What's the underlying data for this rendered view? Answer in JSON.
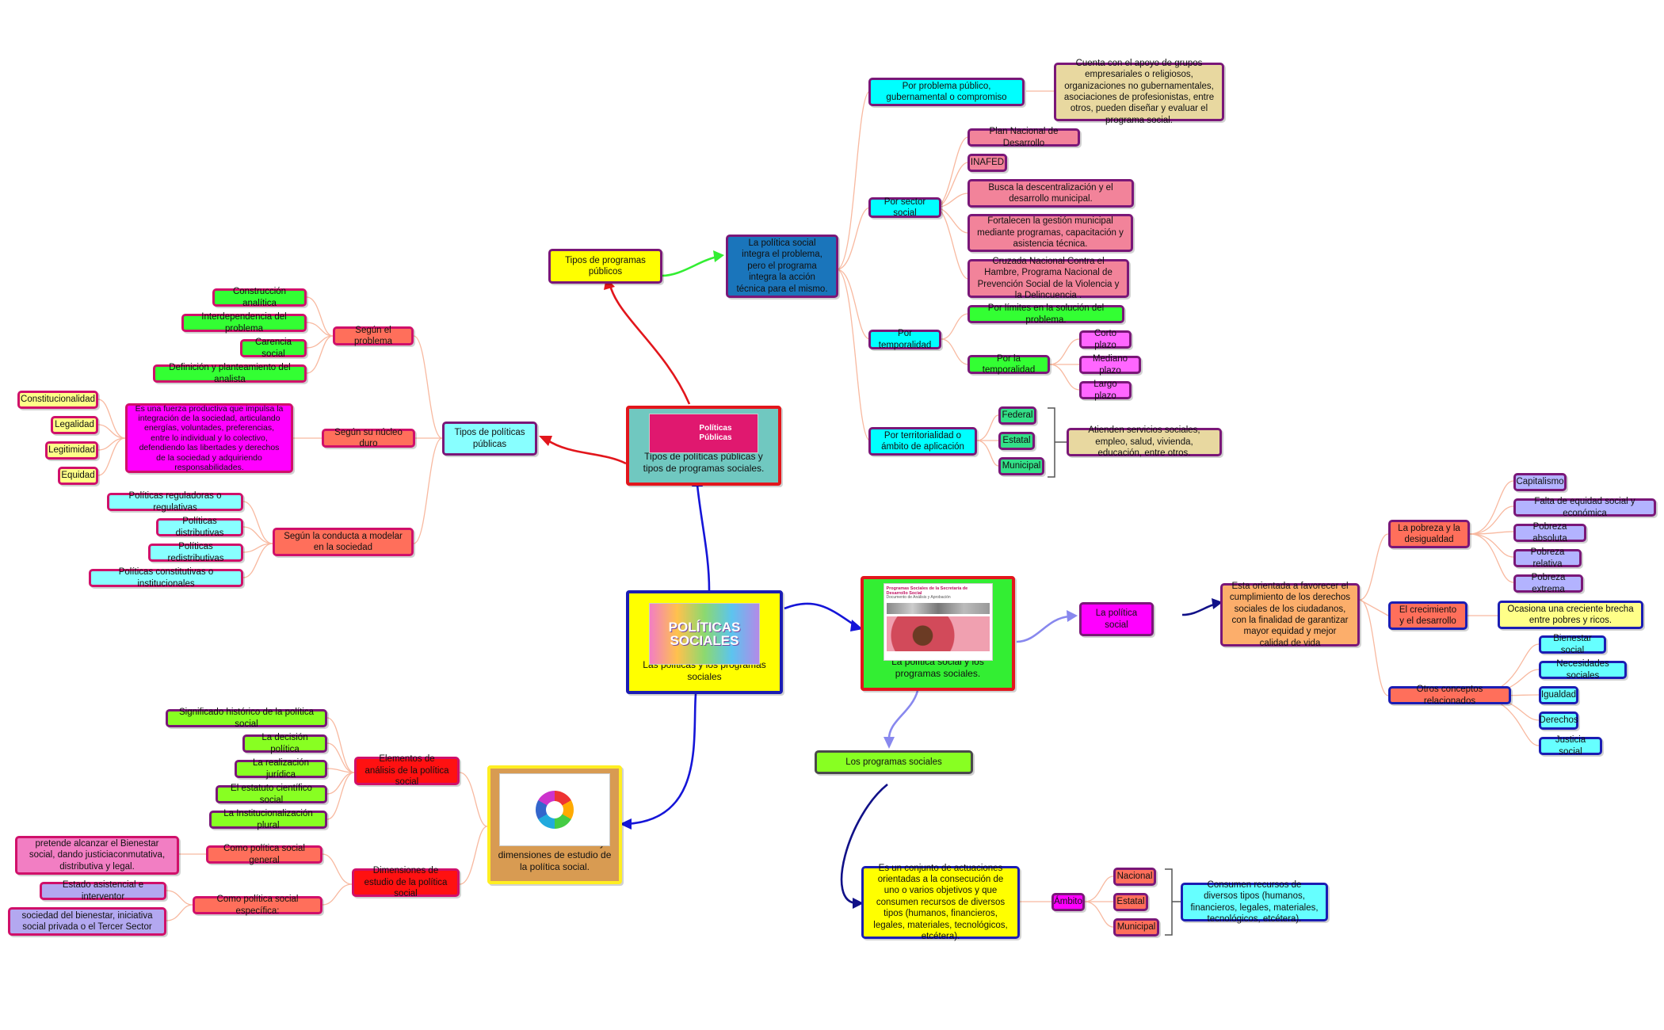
{
  "central": {
    "label": "Las políticas y los programas sociales",
    "logo_text": "POLÍTICAS SOCIALES"
  },
  "top_branch": {
    "main": {
      "label": "Tipos de políticas públicas y tipos de programas sociales.",
      "image_text": "Políticas Públicas"
    },
    "tipos_programas": {
      "label": "Tipos de programas públicos",
      "integra": "La política social integra el problema, pero el programa integra la acción técnica para el mismo.",
      "por_problema": {
        "label": "Por problema público, gubernamental o compromiso",
        "note": "Cuenta con el apoyo de grupos empresariales o religiosos, organizaciones no gubernamentales, asociaciones de profesionistas, entre otros, pueden diseñar y evaluar  el programa social."
      },
      "por_sector": {
        "label": "Por sector social",
        "items": [
          "Plan Nacional de Desarrollo",
          "INAFED",
          "Busca la descentralización y el desarrollo municipal.",
          "Fortalecen la gestión municipal mediante programas, capacitación y asistencia técnica.",
          "Cruzada Nacional Contra el Hambre, Programa Nacional de Prevención Social de la Violencia y la Delincuencia ."
        ]
      },
      "por_temporalidad": {
        "label": "Por temporalidad",
        "limites": "Por límites en la solución del problema.",
        "temporalidad": "Por la temporalidad",
        "plazos": [
          "Corto plazo",
          "Mediano plazo",
          "Largo plazo"
        ]
      },
      "por_territorialidad": {
        "label": "Por territorialidad o ámbito de aplicación",
        "levels": [
          "Federal",
          "Estatal",
          "Municipal"
        ],
        "note": "Atienden servicios sociales, empleo, salud, vivienda, educación, entre otros."
      }
    },
    "tipos_politicas": {
      "label": "Tipos de políticas públicas",
      "segun_problema": {
        "label": "Según el problema",
        "items": [
          "Construcción analítica",
          "Interdependencia del problema",
          "Carencia social",
          "Definición y planteamiento del analista"
        ]
      },
      "segun_nucleo": {
        "label": "Según su núcleo duro",
        "desc": "Es una fuerza productiva que impulsa la integración de la sociedad, articulando energías, voluntades, preferencias, entre lo individual y lo colectivo, defendiendo las libertades y derechos de la sociedad y adquiriendo responsabilidades.",
        "items": [
          "Constitucionalidad",
          "Legalidad",
          "Legitimidad",
          "Equidad"
        ]
      },
      "segun_conducta": {
        "label": "Según la conducta a modelar en la sociedad",
        "items": [
          "Políticas reguladoras o regulativas",
          "Políticas distributivas",
          "Políticas redistributivas",
          "Políticas constitutivas o institucionales"
        ]
      }
    }
  },
  "right_branch": {
    "main": {
      "label": "La política social y los programas sociales.",
      "image_title": "Programas Sociales de la Secretaría de Desarrollo Social",
      "image_subtitle": "Documento de Análisis y Aprobación"
    },
    "politica_social": {
      "label": "La política social",
      "desc": "Esta orientada a favorecer el cumplimiento de los derechos sociales de los ciudadanos, con la finalidad de garantizar mayor equidad y mejor calidad de vida",
      "pobreza": {
        "label": "La pobreza y la desigualdad",
        "items": [
          "Capitalismo",
          "Falta de equidad social y económica",
          "Pobreza absoluta",
          "Pobreza relativa",
          "Pobreza extrema"
        ]
      },
      "crecimiento": {
        "label": "El crecimiento y el desarrollo",
        "note": "Ocasiona una creciente brecha entre pobres y ricos."
      },
      "otros": {
        "label": "Otros conceptos relacionados",
        "items": [
          "Bienestar social",
          "Necesidades sociales",
          "Igualdad",
          "Derechos",
          "Justicia social"
        ]
      }
    },
    "programas": {
      "label": "Los programas sociales",
      "desc": "Es un conjunto de actuaciones orientadas a la consecución de uno o varios objetivos y que consumen recursos de diversos tipos (humanos, financieros, legales, materiales, tecnológicos, etcétera).",
      "ambito": "Ámbito",
      "levels": [
        "Nacional",
        "Estatal",
        "Municipal"
      ],
      "note": "Consumen recursos de diversos tipos (humanos, financieros, legales, materiales, tecnológicos, etcétera)."
    }
  },
  "bottom_branch": {
    "main": {
      "label": "Elementos de análisis y dimensiones de estudio de la política social."
    },
    "elementos": {
      "label": "Elementos de análisis de la política social",
      "items": [
        "Significado histórico de la política social",
        "La decisión política",
        "La realización jurídica",
        "El estatuto científico social",
        "La Institucionalización plural"
      ]
    },
    "dimensiones": {
      "label": "Dimensiones de estudio de la política social",
      "general": {
        "label": "Como política social general",
        "note": "pretende alcanzar el Bienestar social, dando justiciaconmutativa, distributiva y legal."
      },
      "especifica": {
        "label": "Como política social específica:",
        "items": [
          "Estado asistencial e interventor",
          "sociedad del bienestar, iniciativa social privada o el Tercer Sector"
        ]
      }
    }
  },
  "colors": {
    "yellow": "#ffff00",
    "cyan": "#00ffff",
    "pink": "#f2839a",
    "green": "#33ff33",
    "lime": "#99ff33",
    "magenta": "#ff00ff",
    "salmon": "#ff6f5b",
    "orange": "#fcae6b",
    "red": "#ff0000",
    "lavender": "#b3b3ff",
    "paleyellow": "#ffff88",
    "teal": "#70c8c0",
    "tan": "#e8d8a0",
    "steelblue": "#1a75bb"
  }
}
